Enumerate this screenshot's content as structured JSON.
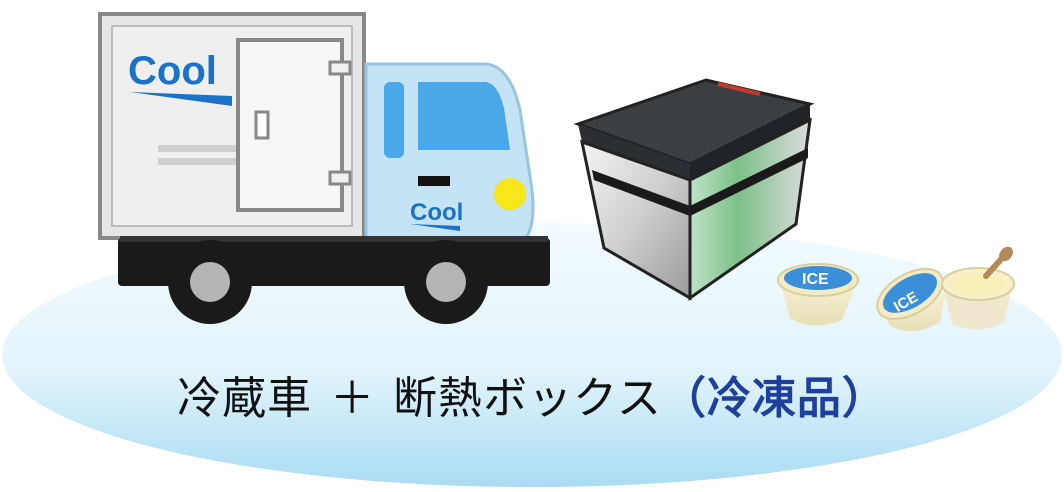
{
  "truck": {
    "logo_text": "Cool",
    "door_logo_text": "Cool"
  },
  "ice_cups": [
    {
      "label": "ICE"
    },
    {
      "label": "ICE"
    }
  ],
  "caption": {
    "part1": "冷蔵車",
    "plus": "＋",
    "part2": "断熱ボックス",
    "part3": "（冷凍品）"
  },
  "colors": {
    "ellipse_top": "#e9f6fb",
    "ellipse_bottom": "#bfe4f5",
    "truck_body": "#e6e6e6",
    "cab": "#bfe0f3",
    "logo_blue": "#1a73c9",
    "ice_blue": "#3a8fd8",
    "caption_accent": "#1f3f9c"
  }
}
